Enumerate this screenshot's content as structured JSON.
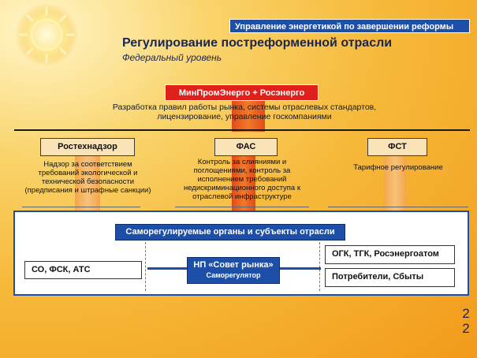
{
  "header": {
    "banner": "Управление энергетикой по завершении реформы",
    "title": "Регулирование постреформенной отрасли",
    "subtitle": "Федеральный уровень"
  },
  "ministry": {
    "label": "МинПромЭнерго + Росэнерго",
    "description": "Разработка правил работы рынка, системы отраслевых стандартов, лицензирование, управление госкомпаниями"
  },
  "agencies": [
    {
      "label": "Ростехнадзор",
      "description": "Надзор за соответствием требований экологической и технической безопасности (предписания и штрафные санкции)"
    },
    {
      "label": "ФАС",
      "description": "Контроль за слияниями и поглощениями, контроль за исполнением требований недискриминационного доступа к отраслевой инфраструктуре"
    },
    {
      "label": "ФСТ",
      "description": "Тарифное регулирование"
    }
  ],
  "self_regulation": {
    "title": "Саморегулируемые органы и субъекты отрасли",
    "center_title": "НП «Совет рынка»",
    "center_subtitle": "Саморегулятор",
    "left": "СО, ФСК, АТС",
    "right_top": "ОГК, ТГК, Росэнергоатом",
    "right_bottom": "Потребители, Сбыты"
  },
  "page_number": [
    "2",
    "2"
  ],
  "colors": {
    "brand_blue": "#1d4fa8",
    "ministry_red": "#e0201a",
    "background_orange": "#f6b93a"
  }
}
